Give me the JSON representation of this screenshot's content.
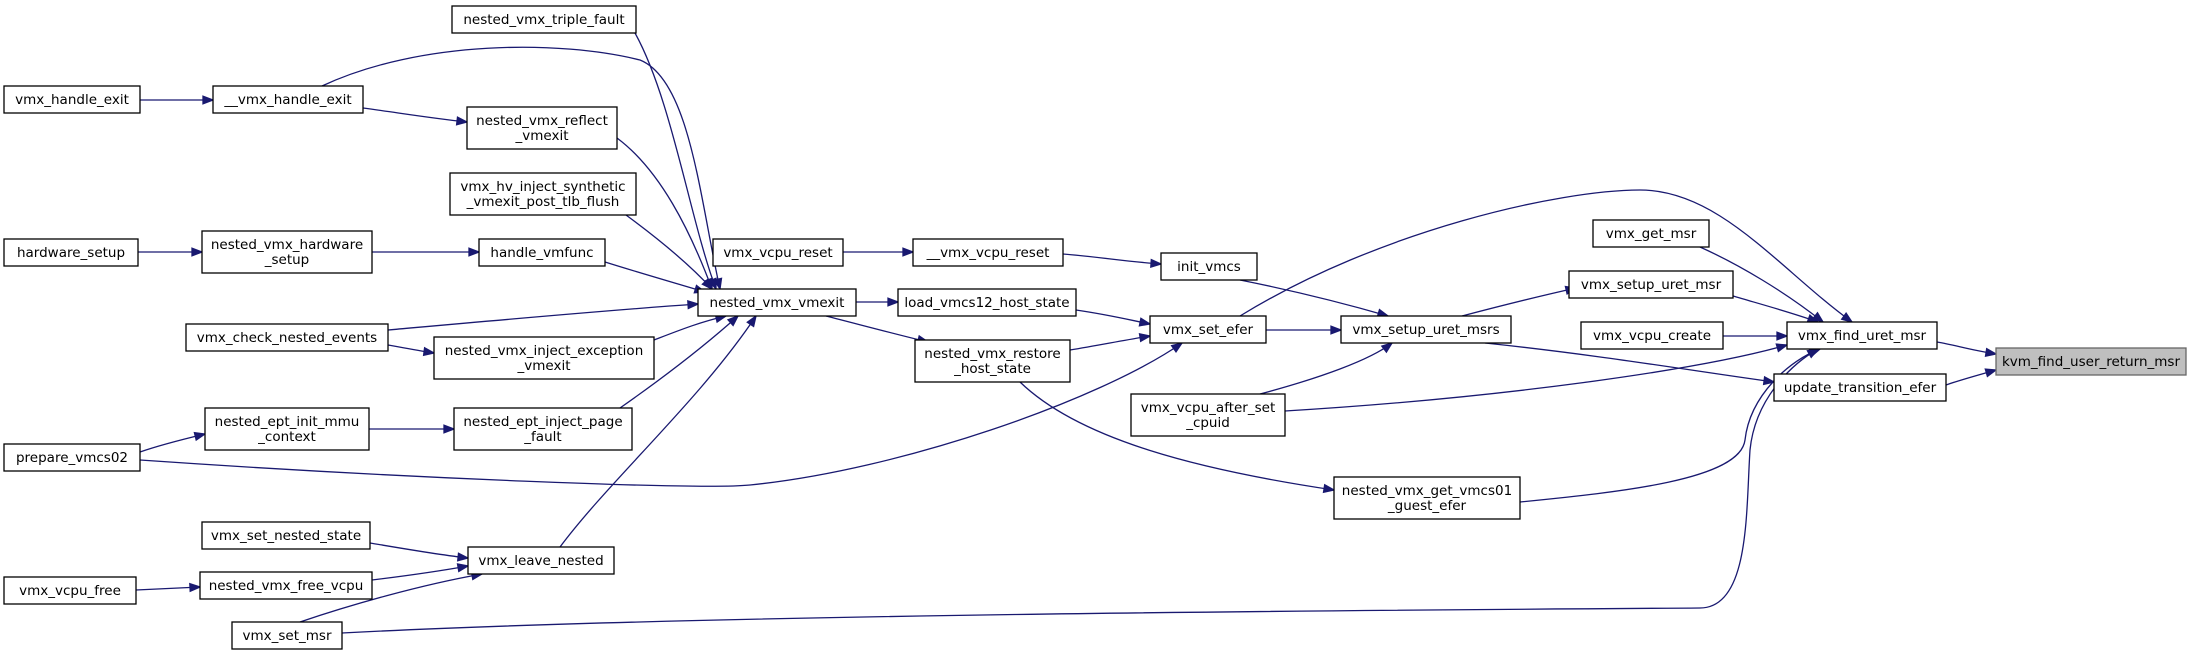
{
  "colors": {
    "edge": "#191970",
    "node_border": "#000000",
    "node_fill": "#ffffff",
    "root_fill": "#bfbfbf",
    "root_border": "#666666"
  },
  "nodes": [
    {
      "id": "kvm_find_user_return_msr",
      "lines": [
        "kvm_find_user_return_msr"
      ],
      "root": true
    },
    {
      "id": "vmx_find_uret_msr",
      "lines": [
        "vmx_find_uret_msr"
      ]
    },
    {
      "id": "update_transition_efer",
      "lines": [
        "update_transition_efer"
      ]
    },
    {
      "id": "vmx_get_msr",
      "lines": [
        "vmx_get_msr"
      ]
    },
    {
      "id": "vmx_setup_uret_msr",
      "lines": [
        "vmx_setup_uret_msr"
      ]
    },
    {
      "id": "vmx_vcpu_create",
      "lines": [
        "vmx_vcpu_create"
      ]
    },
    {
      "id": "vmx_setup_uret_msrs",
      "lines": [
        "vmx_setup_uret_msrs"
      ]
    },
    {
      "id": "vmx_vcpu_after_set_cpuid",
      "lines": [
        "vmx_vcpu_after_set",
        "_cpuid"
      ]
    },
    {
      "id": "nested_vmx_get_vmcs01_guest_efer",
      "lines": [
        "nested_vmx_get_vmcs01",
        "_guest_efer"
      ]
    },
    {
      "id": "vmx_set_efer",
      "lines": [
        "vmx_set_efer"
      ]
    },
    {
      "id": "init_vmcs",
      "lines": [
        "init_vmcs"
      ]
    },
    {
      "id": "__vmx_vcpu_reset",
      "lines": [
        "__vmx_vcpu_reset"
      ]
    },
    {
      "id": "vmx_vcpu_reset",
      "lines": [
        "vmx_vcpu_reset"
      ]
    },
    {
      "id": "load_vmcs12_host_state",
      "lines": [
        "load_vmcs12_host_state"
      ]
    },
    {
      "id": "nested_vmx_restore_host_state",
      "lines": [
        "nested_vmx_restore",
        "_host_state"
      ]
    },
    {
      "id": "nested_vmx_vmexit",
      "lines": [
        "nested_vmx_vmexit"
      ]
    },
    {
      "id": "prepare_vmcs02",
      "lines": [
        "prepare_vmcs02"
      ]
    },
    {
      "id": "vmx_set_msr",
      "lines": [
        "vmx_set_msr"
      ]
    },
    {
      "id": "nested_vmx_triple_fault",
      "lines": [
        "nested_vmx_triple_fault"
      ]
    },
    {
      "id": "__vmx_handle_exit",
      "lines": [
        "__vmx_handle_exit"
      ]
    },
    {
      "id": "vmx_handle_exit",
      "lines": [
        "vmx_handle_exit"
      ]
    },
    {
      "id": "nested_vmx_reflect_vmexit",
      "lines": [
        "nested_vmx_reflect",
        "_vmexit"
      ]
    },
    {
      "id": "vmx_hv_inject_synthetic_vmexit_post_tlb_flush",
      "lines": [
        "vmx_hv_inject_synthetic",
        "_vmexit_post_tlb_flush"
      ]
    },
    {
      "id": "handle_vmfunc",
      "lines": [
        "handle_vmfunc"
      ]
    },
    {
      "id": "nested_vmx_hardware_setup",
      "lines": [
        "nested_vmx_hardware",
        "_setup"
      ]
    },
    {
      "id": "hardware_setup",
      "lines": [
        "hardware_setup"
      ]
    },
    {
      "id": "vmx_check_nested_events",
      "lines": [
        "vmx_check_nested_events"
      ]
    },
    {
      "id": "nested_vmx_inject_exception_vmexit",
      "lines": [
        "nested_vmx_inject_exception",
        "_vmexit"
      ]
    },
    {
      "id": "nested_ept_inject_page_fault",
      "lines": [
        "nested_ept_inject_page",
        "_fault"
      ]
    },
    {
      "id": "nested_ept_init_mmu_context",
      "lines": [
        "nested_ept_init_mmu",
        "_context"
      ]
    },
    {
      "id": "vmx_leave_nested",
      "lines": [
        "vmx_leave_nested"
      ]
    },
    {
      "id": "vmx_set_nested_state",
      "lines": [
        "vmx_set_nested_state"
      ]
    },
    {
      "id": "nested_vmx_free_vcpu",
      "lines": [
        "nested_vmx_free_vcpu"
      ]
    },
    {
      "id": "vmx_vcpu_free",
      "lines": [
        "vmx_vcpu_free"
      ]
    }
  ],
  "edges": [
    {
      "from": "vmx_find_uret_msr",
      "to": "kvm_find_user_return_msr"
    },
    {
      "from": "update_transition_efer",
      "to": "kvm_find_user_return_msr"
    },
    {
      "from": "vmx_get_msr",
      "to": "vmx_find_uret_msr"
    },
    {
      "from": "vmx_setup_uret_msr",
      "to": "vmx_find_uret_msr"
    },
    {
      "from": "vmx_vcpu_create",
      "to": "vmx_find_uret_msr"
    },
    {
      "from": "vmx_set_efer",
      "to": "vmx_find_uret_msr"
    },
    {
      "from": "vmx_vcpu_after_set_cpuid",
      "to": "vmx_find_uret_msr"
    },
    {
      "from": "nested_vmx_get_vmcs01_guest_efer",
      "to": "vmx_find_uret_msr"
    },
    {
      "from": "vmx_set_msr",
      "to": "vmx_find_uret_msr"
    },
    {
      "from": "vmx_setup_uret_msrs",
      "to": "vmx_setup_uret_msr"
    },
    {
      "from": "vmx_setup_uret_msrs",
      "to": "update_transition_efer"
    },
    {
      "from": "vmx_set_efer",
      "to": "vmx_setup_uret_msrs"
    },
    {
      "from": "init_vmcs",
      "to": "vmx_setup_uret_msrs"
    },
    {
      "from": "vmx_vcpu_after_set_cpuid",
      "to": "vmx_setup_uret_msrs"
    },
    {
      "from": "__vmx_vcpu_reset",
      "to": "init_vmcs"
    },
    {
      "from": "vmx_vcpu_reset",
      "to": "__vmx_vcpu_reset"
    },
    {
      "from": "load_vmcs12_host_state",
      "to": "vmx_set_efer"
    },
    {
      "from": "nested_vmx_restore_host_state",
      "to": "vmx_set_efer"
    },
    {
      "from": "prepare_vmcs02",
      "to": "vmx_set_efer"
    },
    {
      "from": "nested_vmx_vmexit",
      "to": "load_vmcs12_host_state"
    },
    {
      "from": "nested_vmx_vmexit",
      "to": "nested_vmx_restore_host_state"
    },
    {
      "from": "nested_vmx_restore_host_state",
      "to": "nested_vmx_get_vmcs01_guest_efer"
    },
    {
      "from": "nested_vmx_triple_fault",
      "to": "nested_vmx_vmexit"
    },
    {
      "from": "__vmx_handle_exit",
      "to": "nested_vmx_vmexit"
    },
    {
      "from": "nested_vmx_reflect_vmexit",
      "to": "nested_vmx_vmexit"
    },
    {
      "from": "vmx_hv_inject_synthetic_vmexit_post_tlb_flush",
      "to": "nested_vmx_vmexit"
    },
    {
      "from": "handle_vmfunc",
      "to": "nested_vmx_vmexit"
    },
    {
      "from": "vmx_check_nested_events",
      "to": "nested_vmx_vmexit"
    },
    {
      "from": "nested_vmx_inject_exception_vmexit",
      "to": "nested_vmx_vmexit"
    },
    {
      "from": "nested_ept_inject_page_fault",
      "to": "nested_vmx_vmexit"
    },
    {
      "from": "vmx_leave_nested",
      "to": "nested_vmx_vmexit"
    },
    {
      "from": "vmx_handle_exit",
      "to": "__vmx_handle_exit"
    },
    {
      "from": "__vmx_handle_exit",
      "to": "nested_vmx_reflect_vmexit"
    },
    {
      "from": "nested_vmx_hardware_setup",
      "to": "handle_vmfunc"
    },
    {
      "from": "hardware_setup",
      "to": "nested_vmx_hardware_setup"
    },
    {
      "from": "vmx_check_nested_events",
      "to": "nested_vmx_inject_exception_vmexit"
    },
    {
      "from": "nested_ept_init_mmu_context",
      "to": "nested_ept_inject_page_fault"
    },
    {
      "from": "prepare_vmcs02",
      "to": "nested_ept_init_mmu_context"
    },
    {
      "from": "vmx_set_nested_state",
      "to": "vmx_leave_nested"
    },
    {
      "from": "nested_vmx_free_vcpu",
      "to": "vmx_leave_nested"
    },
    {
      "from": "vmx_set_msr",
      "to": "vmx_leave_nested"
    },
    {
      "from": "vmx_vcpu_free",
      "to": "nested_vmx_free_vcpu"
    }
  ]
}
